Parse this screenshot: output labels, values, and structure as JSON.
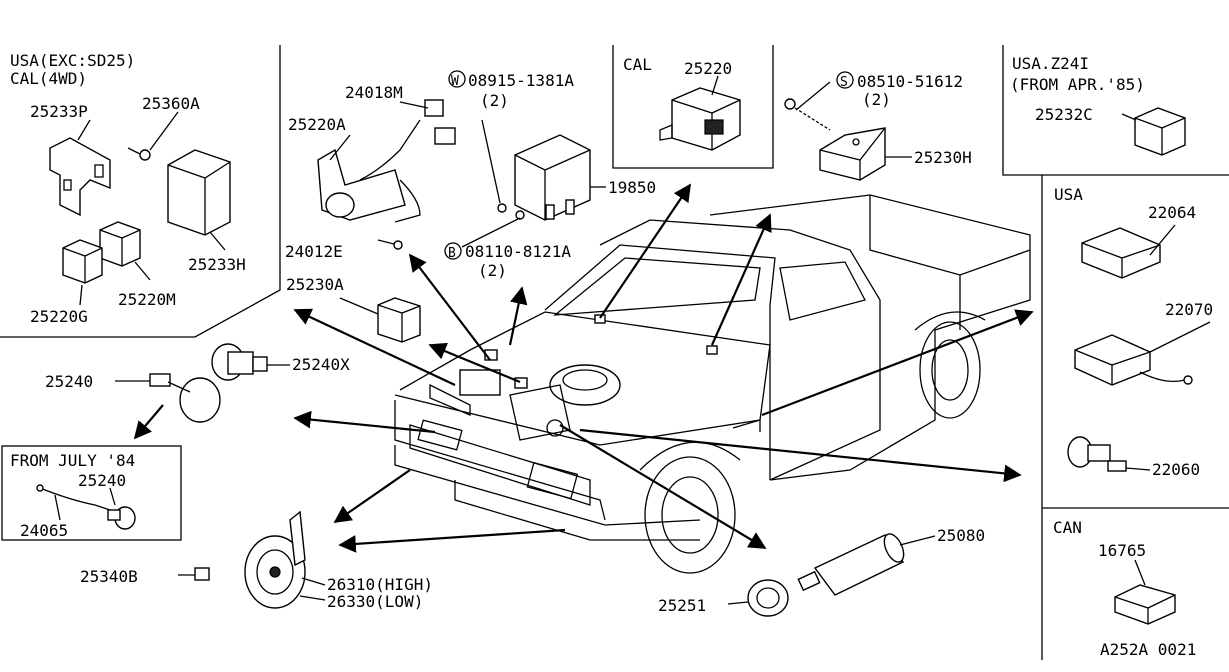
{
  "labels": {
    "usa_excl_sd25": "USA(EXC:SD25)",
    "cal_4wd": "CAL(4WD)",
    "p25233p": "25233P",
    "p25360a": "25360A",
    "p25233h": "25233H",
    "p25220g": "25220G",
    "p25220m": "25220M",
    "p24018m": "24018M",
    "w_prefix": "W",
    "p08915": "08915-1381A",
    "qty_w": "(2)",
    "p25220a": "25220A",
    "p19850": "19850",
    "p24012e": "24012E",
    "b_prefix": "B",
    "p08110": "08110-8121A",
    "qty_b": "(2)",
    "p25230a": "25230A",
    "cal": "CAL",
    "p25220": "25220",
    "s_prefix": "S",
    "p08510": "08510-51612",
    "qty_s": "(2)",
    "p25230h": "25230H",
    "usa_z24i": "USA.Z24I",
    "from_apr85": "(FROM APR.'85)",
    "p25232c": "25232C",
    "usa": "USA",
    "p22064": "22064",
    "p22070": "22070",
    "p22060": "22060",
    "can": "CAN",
    "p16765": "16765",
    "p25240x": "25240X",
    "p25240": "25240",
    "from_july84": "FROM JULY '84",
    "p25240b": "25240",
    "p24065": "24065",
    "p25340b": "25340B",
    "p26310": "26310(HIGH)",
    "p26330": "26330(LOW)",
    "p25251": "25251",
    "p25080": "25080",
    "ref_code": "A252A 0021"
  },
  "icons": [
    "relay-icon",
    "bracket-icon",
    "bolt-icon",
    "horn-icon",
    "switch-icon",
    "control-unit-icon",
    "solenoid-icon",
    "sensor-icon",
    "truck-illustration"
  ]
}
